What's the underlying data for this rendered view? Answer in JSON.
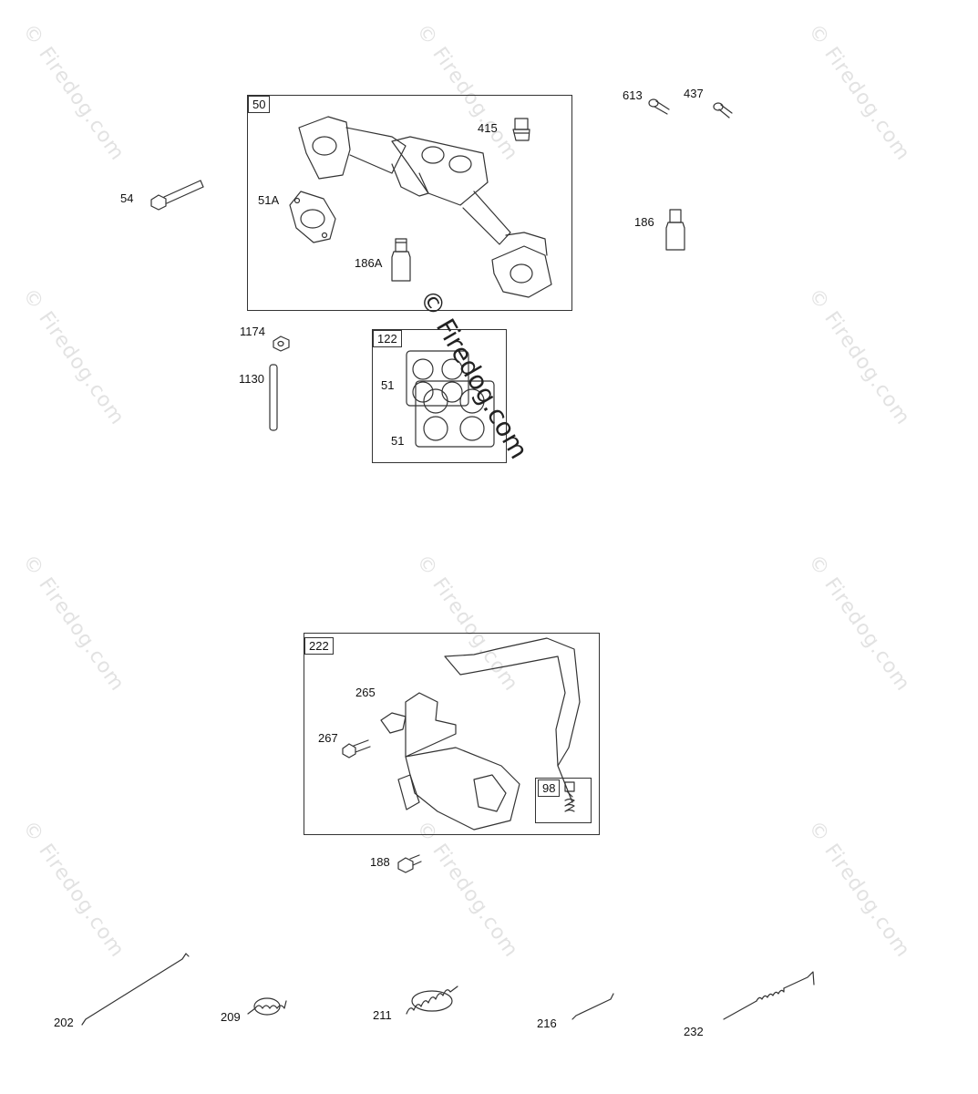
{
  "watermarks": {
    "text": "© Firedog.com",
    "center_text": "© Firedog.com"
  },
  "groups": {
    "g50": "50",
    "g122": "122",
    "g222": "222",
    "g98": "98"
  },
  "labels": {
    "p54": "54",
    "p51A": "51A",
    "p186A": "186A",
    "p415": "415",
    "p613": "613",
    "p437": "437",
    "p186": "186",
    "p1174": "1174",
    "p1130": "1130",
    "p51a": "51",
    "p51b": "51",
    "p265": "265",
    "p267": "267",
    "p188": "188",
    "p202": "202",
    "p209": "209",
    "p211": "211",
    "p216": "216",
    "p232": "232"
  },
  "colors": {
    "line": "#333333",
    "watermark": "#b4b4b4"
  }
}
